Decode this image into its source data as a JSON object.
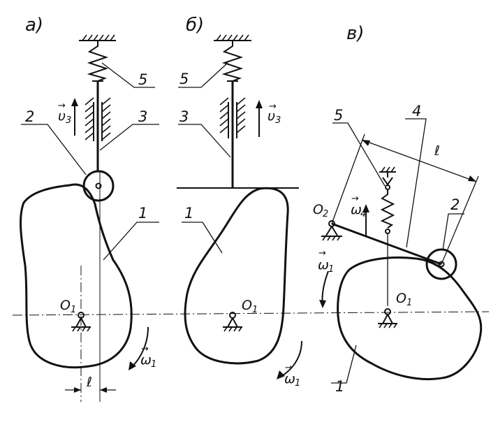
{
  "panels": [
    {
      "label": "а)"
    },
    {
      "label": "б)"
    },
    {
      "label": "в)"
    }
  ],
  "labels": {
    "cam": "1",
    "roller": "2",
    "follower": "3",
    "rocker": "4",
    "spring": "5",
    "ecc": "ℓ",
    "arm_len": "ℓ",
    "pivot_main": "O",
    "pivot_main_sub": "1",
    "pivot_rocker": "O",
    "pivot_rocker_sub": "2",
    "omega": "ω",
    "omega_sub": "1",
    "omega_rocker_sub": "4",
    "velocity": "υ",
    "velocity_sub": "3",
    "vector_mark": "→"
  },
  "colors": {
    "ink": "#111111",
    "background": "#ffffff"
  },
  "icons": [
    "fixed-support-hatch-icon",
    "pivot-support-icon",
    "arrow-icon",
    "spring-icon"
  ]
}
